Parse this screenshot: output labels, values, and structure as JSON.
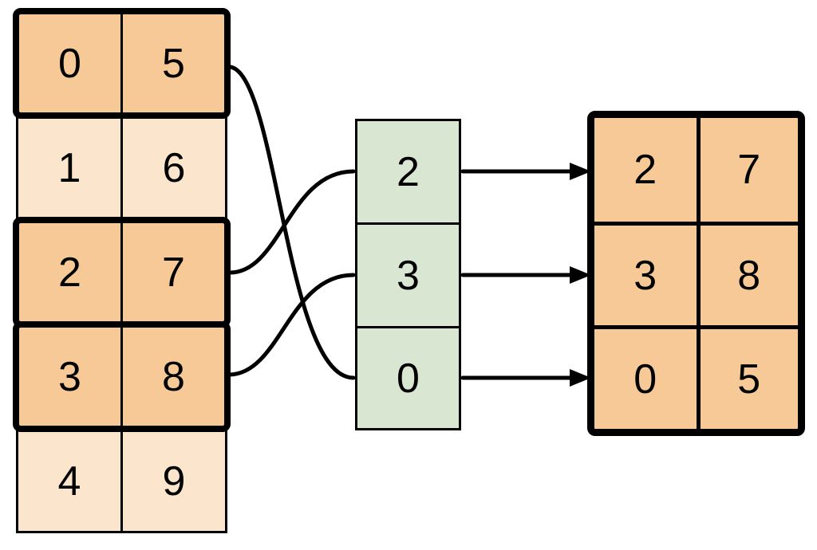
{
  "figure": {
    "description": "row gather diagram: source table, index column, result table",
    "colors": {
      "background": "#ffffff",
      "highlight_fill": "#f7c996",
      "muted_fill": "#fce5cd",
      "index_fill": "#d9e7d2",
      "stroke": "#000000"
    },
    "source_table": {
      "rows": [
        {
          "c0": "0",
          "c1": "5",
          "highlighted": true
        },
        {
          "c0": "1",
          "c1": "6",
          "highlighted": false
        },
        {
          "c0": "2",
          "c1": "7",
          "highlighted": true
        },
        {
          "c0": "3",
          "c1": "8",
          "highlighted": true
        },
        {
          "c0": "4",
          "c1": "9",
          "highlighted": false
        }
      ]
    },
    "index_column": {
      "values": [
        "2",
        "3",
        "0"
      ]
    },
    "result_table": {
      "rows": [
        {
          "c0": "2",
          "c1": "7"
        },
        {
          "c0": "3",
          "c1": "8"
        },
        {
          "c0": "0",
          "c1": "5"
        }
      ]
    },
    "connections": {
      "curves": [
        {
          "from_source_row": "0",
          "to_index_value": "0"
        },
        {
          "from_source_row": "2",
          "to_index_value": "2"
        },
        {
          "from_source_row": "3",
          "to_index_value": "3"
        }
      ],
      "arrows": [
        {
          "from_index_value": "2",
          "to_result_row": "0"
        },
        {
          "from_index_value": "3",
          "to_result_row": "1"
        },
        {
          "from_index_value": "0",
          "to_result_row": "2"
        }
      ]
    }
  }
}
